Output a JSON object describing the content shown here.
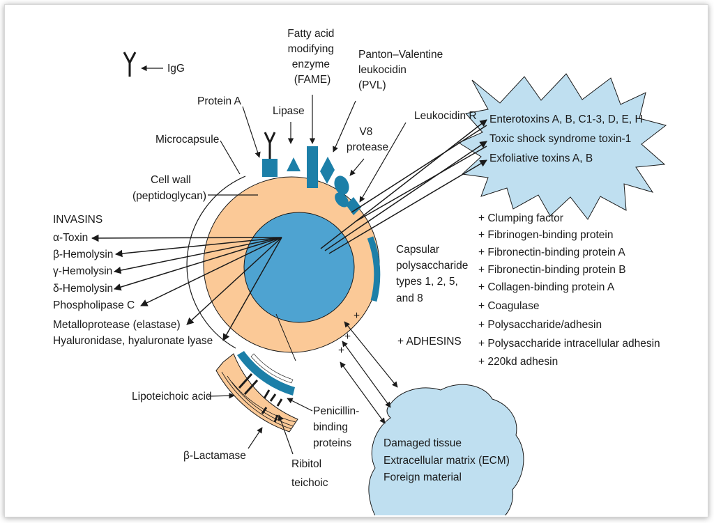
{
  "colors": {
    "cell_wall": "#fbc997",
    "cytoplasm": "#4ea3d1",
    "surface_protein": "#1c7fa8",
    "cloud_fill": "#bfdff0",
    "line": "#1a1a1a"
  },
  "labels": {
    "igg": "IgG",
    "fame": [
      "Fatty acid",
      "modifying",
      "enzyme",
      "(FAME)"
    ],
    "pvl": [
      "Panton–Valentine",
      "leukocidin",
      "(PVL)"
    ],
    "protein_a": "Protein A",
    "lipase": "Lipase",
    "leukocidin_r": "Leukocidin R",
    "v8": [
      "V8",
      "protease"
    ],
    "microcapsule": "Microcapsule",
    "cell_wall": [
      "Cell wall",
      "(peptidoglycan)"
    ],
    "invasins": [
      "INVASINS",
      "α-Toxin",
      "β-Hemolysin",
      "γ-Hemolysin",
      "δ-Hemolysin",
      "Phospholipase C",
      "Metalloprotease (elastase)",
      "Hyaluronidase, hyaluronate lyase"
    ],
    "capsular": [
      "Capsular",
      "polysaccharide",
      "types 1, 2, 5,",
      "and 8"
    ],
    "adhesins": "+ ADHESINS",
    "lipoteichoic": "Lipoteichoic acid",
    "penicillin": [
      "Penicillin-",
      "binding",
      "proteins"
    ],
    "lactamase": "β-Lactamase",
    "ribitol": [
      "Ribitol",
      "teichoic"
    ],
    "toxins": [
      "Enterotoxins A, B, C1-3, D, E, H",
      "Toxic shock syndrome toxin-1",
      "Exfoliative toxins A, B"
    ],
    "adhesin_list": [
      "+ Clumping factor",
      "+ Fibrinogen-binding protein",
      "+ Fibronectin-binding protein A",
      "+ Fibronectin-binding protein B",
      "+ Collagen-binding protein A",
      "+ Coagulase",
      "+ Polysaccharide/adhesin",
      "+ Polysaccharide intracellular adhesin",
      "+ 220kd adhesin"
    ],
    "tissue": [
      "Damaged tissue",
      "Extracellular matrix (ECM)",
      "Foreign material"
    ]
  }
}
